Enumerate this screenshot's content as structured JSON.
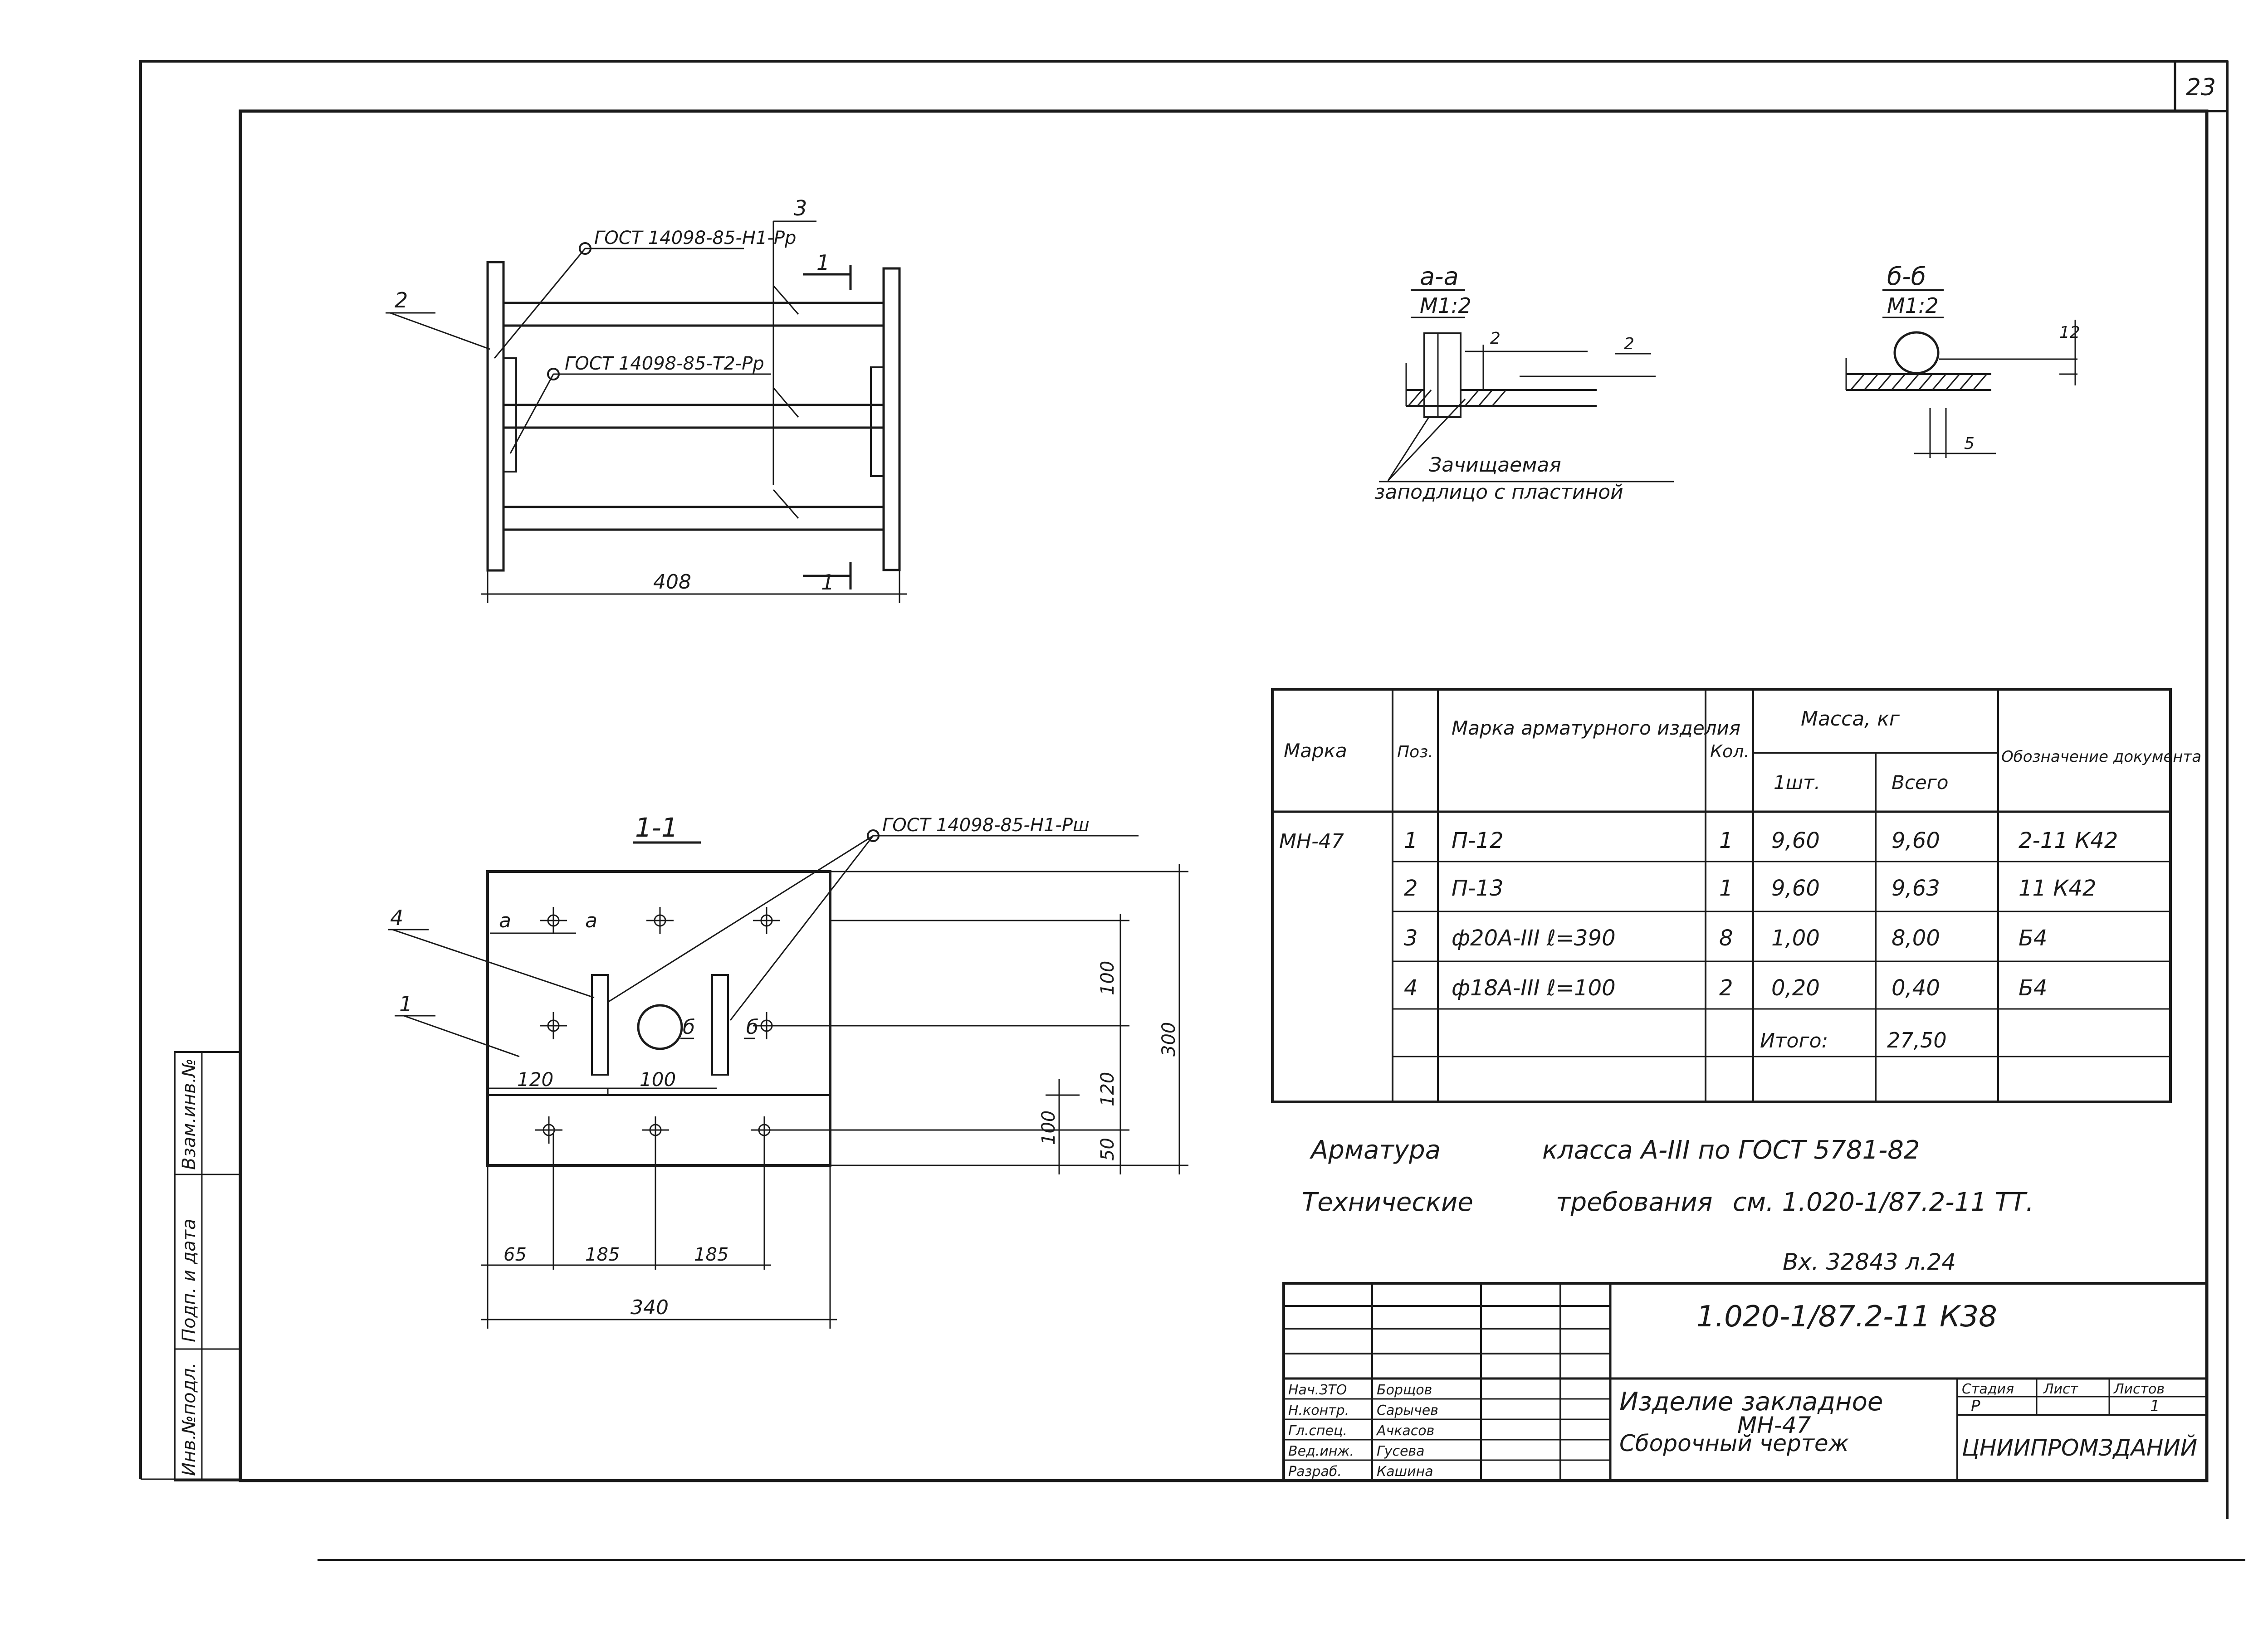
{
  "sheet": {
    "page_number": "23",
    "side_stamp": [
      "Инв.№подл.",
      "Подп. и дата",
      "Взам.инв.№"
    ]
  },
  "view_top": {
    "callout_weld_1": "ГОСТ 14098-85-Н1-Рр",
    "callout_weld_2": "ГОСТ 14098-85-Т2-Рр",
    "pos_2": "2",
    "pos_3": "3",
    "section_mark": "1",
    "dim_width": "408"
  },
  "section_aa": {
    "title": "а-а",
    "scale": "М1:2",
    "dim_gap": "2",
    "dim_h": "2",
    "note_line1": "Зачищаемая",
    "note_line2": "заподлицо с пластиной"
  },
  "section_bb": {
    "title": "б-б",
    "scale": "М1:2",
    "dim_h": "12",
    "dim_w": "5"
  },
  "view_11": {
    "title": "1-1",
    "callout_weld": "ГОСТ 14098-85-Н1-Рш",
    "pos_4": "4",
    "pos_1": "1",
    "mark_a1": "а",
    "mark_a2": "а",
    "mark_b1": "б",
    "mark_b2": "б",
    "dim_120": "120",
    "dim_100": "100",
    "dim_v100_top": "100",
    "dim_v120": "120",
    "dim_v100_bot": "100",
    "dim_v50": "50",
    "dim_v300": "300",
    "dim_65": "65",
    "dim_185a": "185",
    "dim_185b": "185",
    "dim_340": "340"
  },
  "spec_table": {
    "headers": {
      "mark": "Марка",
      "pos": "Поз.",
      "product": "Марка арматурного изделия",
      "qty": "Кол.",
      "mass": "Масса, кг",
      "mass_unit": "1шт.",
      "mass_total": "Всего",
      "doc": "Обозначение документа"
    },
    "element_mark": "МН-47",
    "rows": [
      {
        "pos": "1",
        "product": "П-12",
        "qty": "1",
        "unit": "9,60",
        "total": "9,60",
        "doc": "2-11 К42"
      },
      {
        "pos": "2",
        "product": "П-13",
        "qty": "1",
        "unit": "9,60",
        "total": "9,63",
        "doc": "11 К42"
      },
      {
        "pos": "3",
        "product": "ф20А-III ℓ=390",
        "qty": "8",
        "unit": "1,00",
        "total": "8,00",
        "doc": "Б4"
      },
      {
        "pos": "4",
        "product": "ф18А-III ℓ=100",
        "qty": "2",
        "unit": "0,20",
        "total": "0,40",
        "doc": "Б4"
      }
    ],
    "total_label": "Итого:",
    "total_value": "27,50"
  },
  "notes": {
    "line1_a": "Арматура",
    "line1_b": "класса А-III по ГОСТ 5781-82",
    "line2_a": "Технические",
    "line2_b": "требования",
    "line2_c": "см. 1.020-1/87.2-11 ТТ."
  },
  "title_block": {
    "inv_stamp": "Вх. 32843 л.24",
    "doc_code": "1.020-1/87.2-11 К38",
    "name_line1": "Изделие закладное",
    "name_line2": "МН-47",
    "name_line3": "Сборочный чертеж",
    "stage_headers": [
      "Стадия",
      "Лист",
      "Листов"
    ],
    "stage_values": [
      "Р",
      "",
      "1"
    ],
    "org": "ЦНИИПРОМЗДАНИЙ",
    "signers": [
      {
        "role": "Нач.ЗТО",
        "name": "Борщов"
      },
      {
        "role": "Н.контр.",
        "name": "Сарычев"
      },
      {
        "role": "Гл.спец.",
        "name": "Ачкасов"
      },
      {
        "role": "Вед.инж.",
        "name": "Гусева"
      },
      {
        "role": "Разраб.",
        "name": "Кашина"
      }
    ]
  }
}
